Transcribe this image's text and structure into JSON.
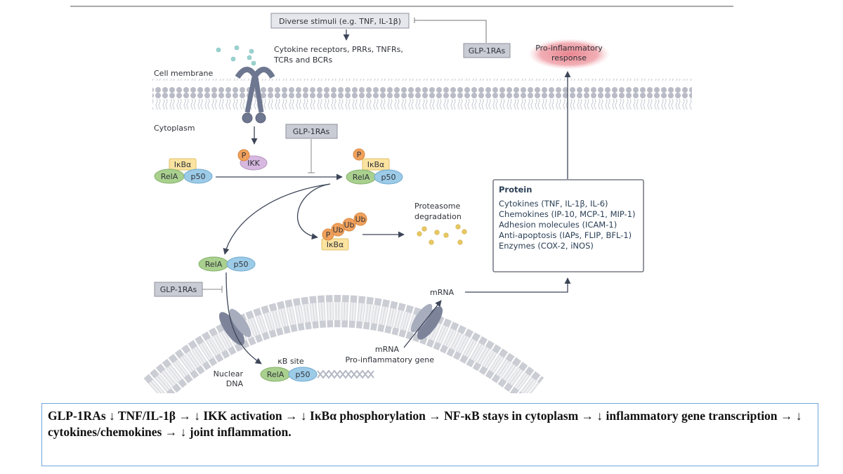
{
  "stimuli_box": "Diverse stimuli (e.g. TNF, IL-1β)",
  "receptors": [
    "Cytokine receptors, PRRs, TNFRs,",
    "TCRs and BCRs"
  ],
  "glp1ras_label": "GLP-1RAs",
  "compartments": {
    "cell_membrane": "Cell membrane",
    "cytoplasm": "Cytoplasm",
    "nuclear_dna": [
      "Nuclear",
      "DNA"
    ]
  },
  "proteins": {
    "ikba": "IκBα",
    "rela": "RelA",
    "p50": "p50",
    "ikk": "IKK",
    "p": "P",
    "ub": "Ub"
  },
  "proteasome": [
    "Proteasome",
    "degradation"
  ],
  "response": [
    "Pro-inflammatory",
    "response"
  ],
  "protein_box": {
    "title": "Protein",
    "items": [
      "Cytokines (TNF, IL-1β, IL-6)",
      "Chemokines (IP-10, MCP-1, MIP-1)",
      "Adhesion molecules (ICAM-1)",
      "Anti-apoptosis (IAPs, FLIP, BFL-1)",
      "Enzymes (COX-2, iNOS)"
    ]
  },
  "mrna": "mrna",
  "mrna_label": "mRNA",
  "gene_labels": [
    "mRNA",
    "Pro-inflammatory gene"
  ],
  "kb_site": "κB site",
  "summary": "GLP-1RAs ↓ TNF/IL-1β → ↓ IKK activation → ↓ IκBα phosphorylation → NF-κB stays in cytoplasm → ↓ inflammatory gene transcription → ↓ cytokines/chemokines → ↓ joint inflammation.",
  "colors": {
    "membrane": "#b9bcc6",
    "glp_box": "#c9ccd5",
    "rela": "#a9d08e",
    "p50": "#9ccbe8",
    "ikba": "#fbe3a0",
    "phospho": "#f0a15c",
    "ikk": "#d7b8e0",
    "response": "#e8808a",
    "summary_border": "#6fa8dc"
  }
}
